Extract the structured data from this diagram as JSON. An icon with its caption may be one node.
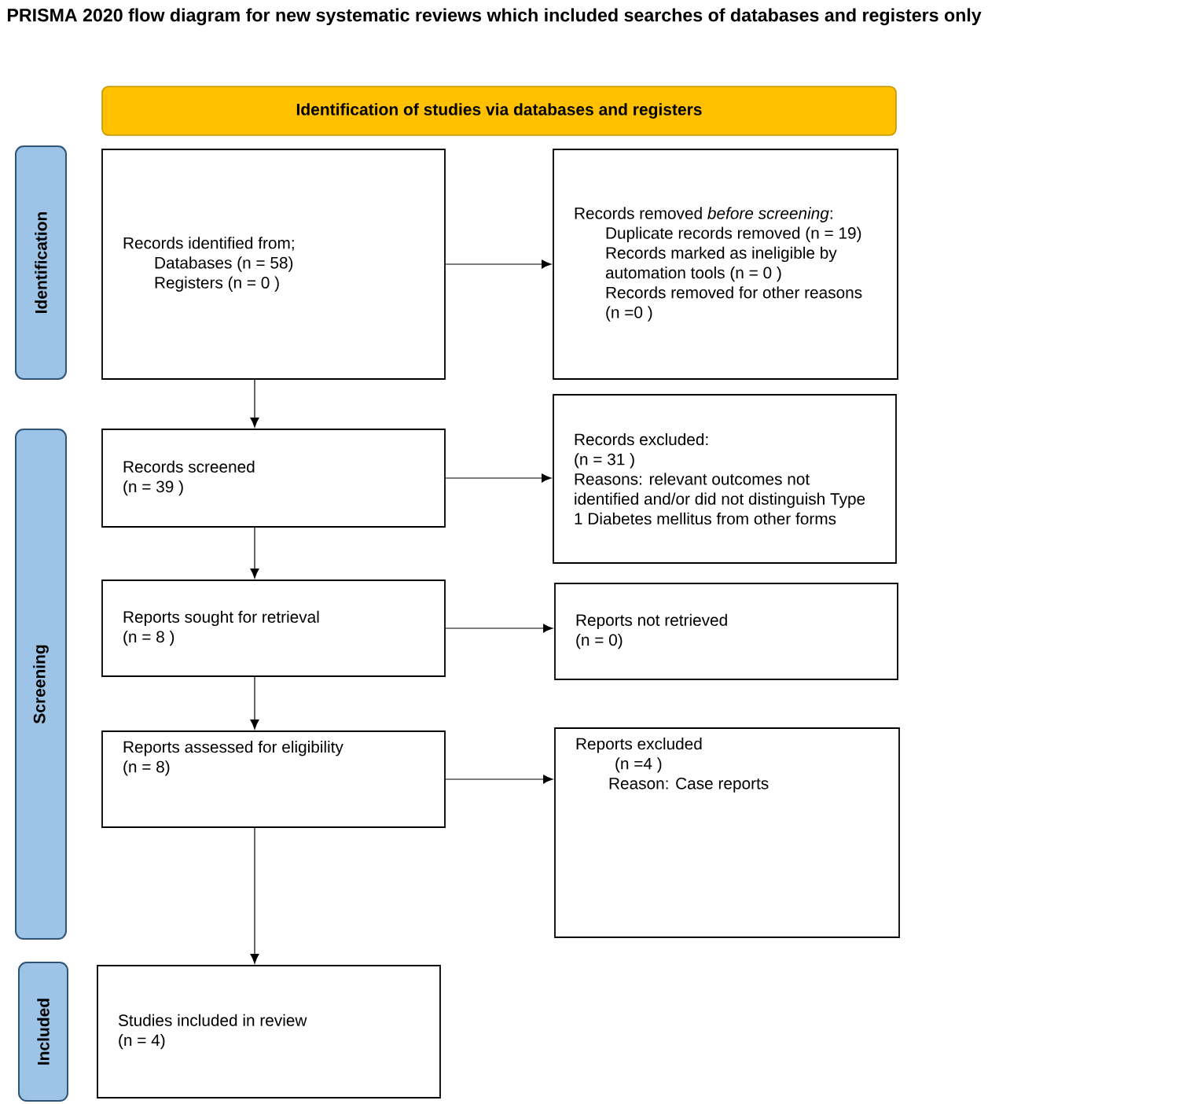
{
  "diagram": {
    "title": "PRISMA 2020 flow diagram for new systematic reviews which included searches of databases and registers only",
    "nodes": [
      {
        "text": [
          "Identification of studies via databases and registers"
        ]
      },
      {
        "text": [
          "Identification"
        ]
      },
      {
        "text": [
          "Screening"
        ]
      },
      {
        "text": [
          "Included"
        ]
      },
      {
        "text": [
          "Records identified from;",
          "Databases (n = 58)",
          "Registers (n = 0 )"
        ]
      },
      {
        "text": [
          "Records removed *before screening*:",
          "Duplicate records removed (n = 19)",
          "Records marked as ineligible by automation tools (n = 0 )",
          "Records removed for other reasons (n =0 )"
        ]
      },
      {
        "text": [
          "Records screened",
          "(n = 39 )"
        ]
      },
      {
        "text": [
          "Records excluded:",
          "(n = 31 )",
          "Reasons: relevant outcomes not identified and/or did not distinguish Type 1 Diabetes mellitus from other forms"
        ]
      },
      {
        "text": [
          "Reports sought for retrieval",
          "(n = 8 )"
        ]
      },
      {
        "text": [
          "Reports not retrieved",
          "(n = 0)"
        ]
      },
      {
        "text": [
          "Reports assessed for eligibility",
          "(n = 8)"
        ]
      },
      {
        "text": [
          "Reports excluded",
          "(n =4 )",
          "Reason: Case reports"
        ]
      },
      {
        "text": [
          "Studies included in review",
          "(n = 4)"
        ]
      }
    ],
    "edges": [
      {
        "from": 4,
        "to": 5,
        "arrow": "to"
      },
      {
        "from": 4,
        "to": 6,
        "arrow": "to"
      },
      {
        "from": 6,
        "to": 7,
        "arrow": "to"
      },
      {
        "from": 6,
        "to": 8,
        "arrow": "to"
      },
      {
        "from": 8,
        "to": 9,
        "arrow": "to"
      },
      {
        "from": 8,
        "to": 10,
        "arrow": "to"
      },
      {
        "from": 10,
        "to": 11,
        "arrow": "to"
      },
      {
        "from": 10,
        "to": 12,
        "arrow": "to"
      }
    ]
  }
}
